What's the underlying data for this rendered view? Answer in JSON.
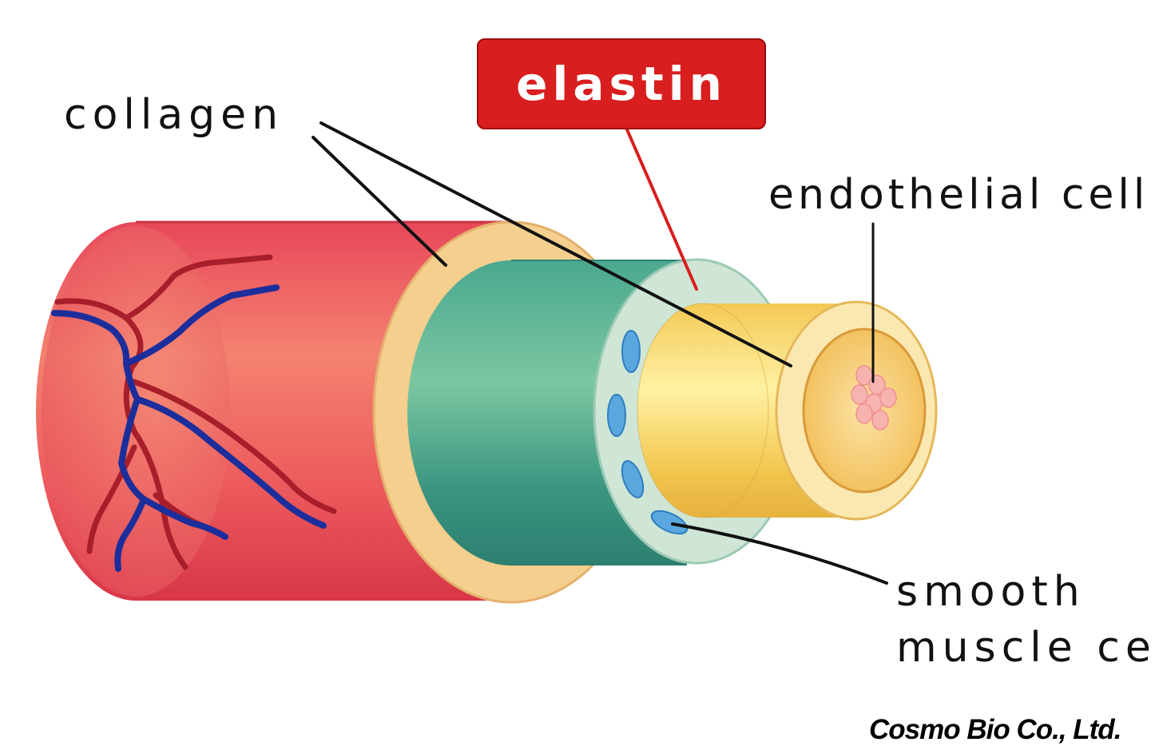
{
  "labels": {
    "collagen": "collagen",
    "elastin": "elastin",
    "endothelial": "endothelial cell",
    "smooth_line1": "smooth",
    "smooth_line2": "muscle cell"
  },
  "credit": "Cosmo Bio Co., Ltd.",
  "colors": {
    "outer_red": "#e8505a",
    "collagen_ring": "#f4cf8e",
    "teal_layer": "#3f9e88",
    "elastin_ring": "#cfe5d6",
    "yellow_layer": "#f5cf58",
    "endothelium": "#fbe8b0",
    "elastin_box": "#d81e1e",
    "smooth_muscle_cell": "#5aa7df",
    "vein_blue": "#1c2e9c",
    "vein_red": "#a81e2a"
  }
}
